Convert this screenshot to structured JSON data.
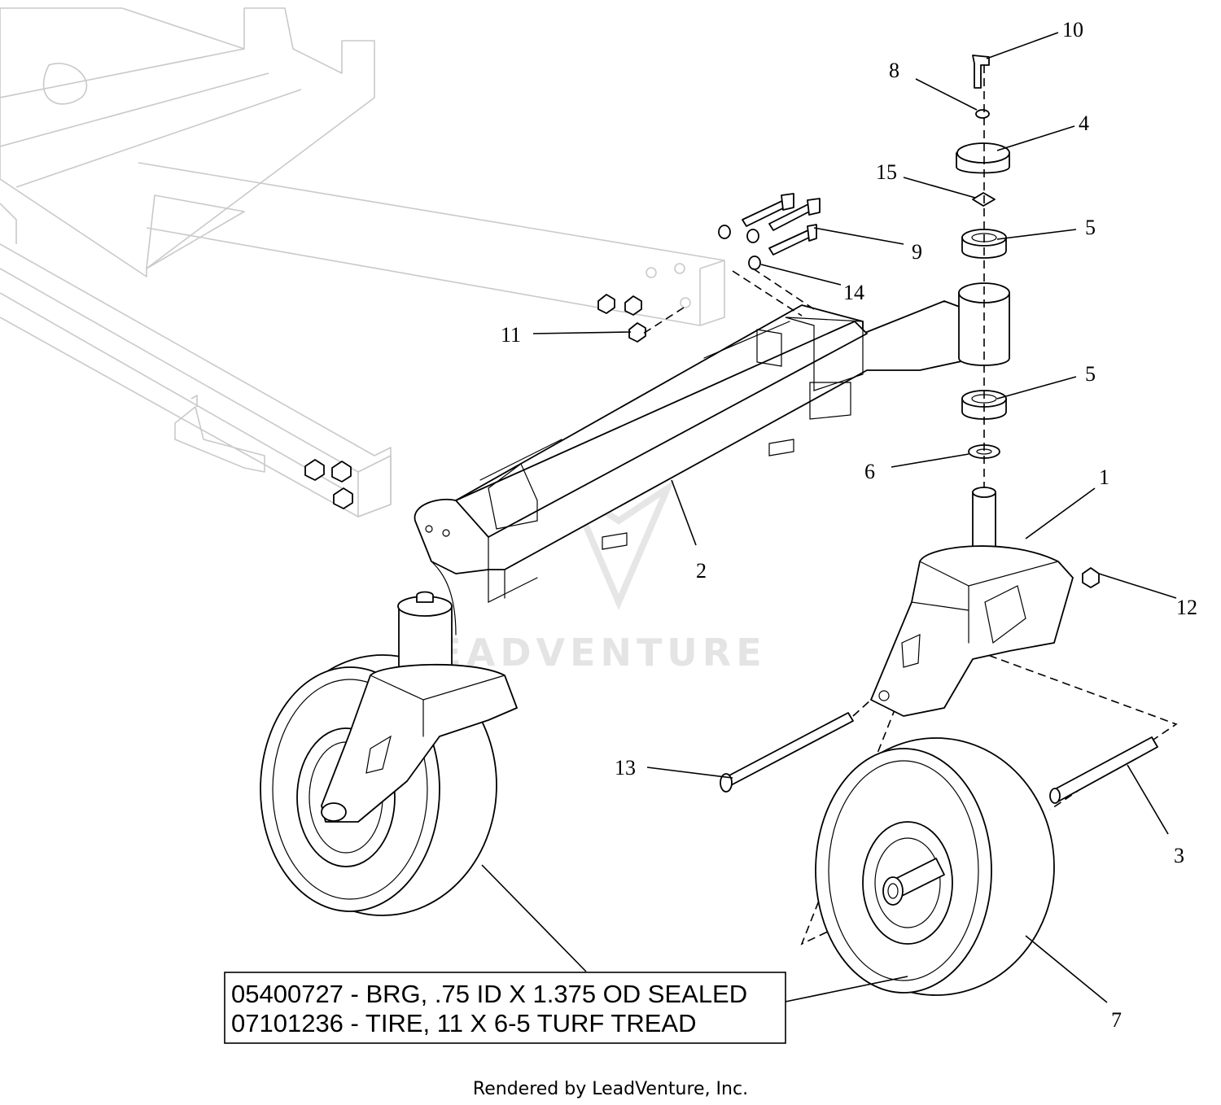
{
  "callouts": {
    "c10": "10",
    "c8": "8",
    "c4": "4",
    "c15": "15",
    "c5a": "5",
    "c9": "9",
    "c14": "14",
    "c11": "11",
    "c5b": "5",
    "c6": "6",
    "c1": "1",
    "c2": "2",
    "c12": "12",
    "c13": "13",
    "c3": "3",
    "c7": "7"
  },
  "parts_box": {
    "line1": "05400727 - BRG, .75 ID X 1.375 OD SEALED",
    "line2": "07101236 - TIRE, 11 X 6-5 TURF TREAD"
  },
  "watermark": "LEADVENTURE",
  "footer": "Rendered by LeadVenture, Inc."
}
